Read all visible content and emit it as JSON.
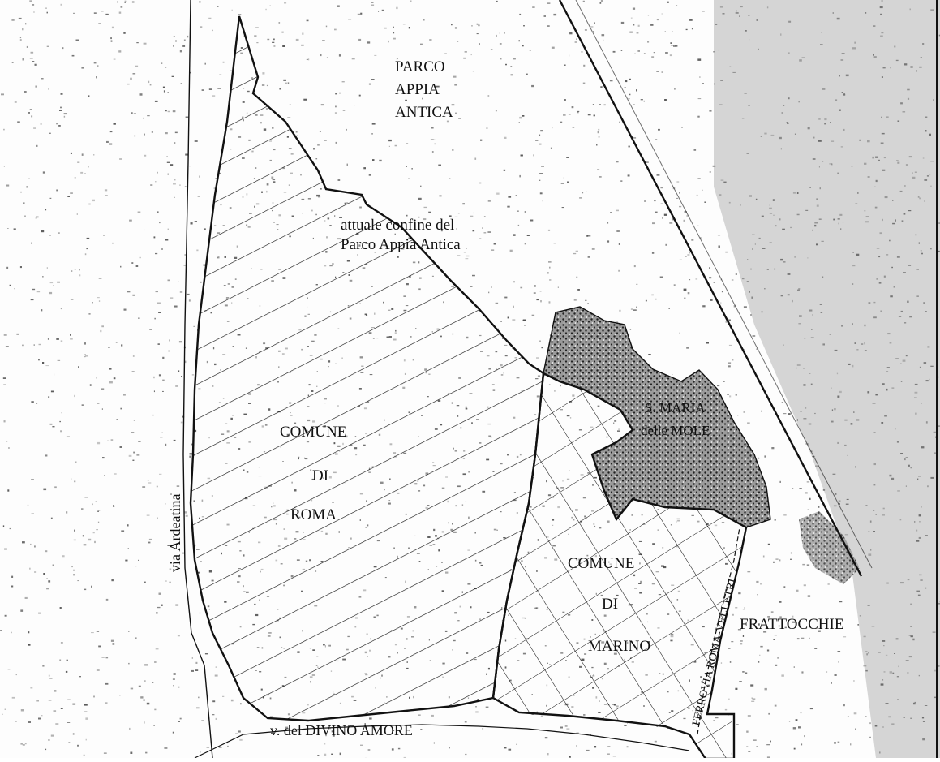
{
  "map": {
    "labels": {
      "parco_line1": "PARCO",
      "parco_line2": "APPIA",
      "parco_line3": "ANTICA",
      "confine_line1": "attuale confine del",
      "confine_line2": "Parco Appia Antica",
      "roma_line1": "COMUNE",
      "roma_line2": "DI",
      "roma_line3": "ROMA",
      "marino_line1": "COMUNE",
      "marino_line2": "DI",
      "marino_line3": "MARINO",
      "santa_maria_line1": "S. MARIA",
      "santa_maria_line2": "delle MOLE",
      "frattocchie": "FRATTOCCHIE",
      "via_ardeatina": "via Ardeatina",
      "via_divino_amore": "v. del DIVINO AMORE",
      "ferrovia": "FERROVIA ROMA-VELLETRI"
    },
    "colors": {
      "ink": "#111111",
      "paper": "#fdfdfd",
      "urban": "#3a3a3a"
    },
    "areas": [
      {
        "id": "comune-di-roma",
        "pattern": "diagonal-hatch"
      },
      {
        "id": "comune-di-marino",
        "pattern": "cross-hatch"
      },
      {
        "id": "santa-maria-delle-mole",
        "pattern": "dense-stipple"
      }
    ]
  }
}
